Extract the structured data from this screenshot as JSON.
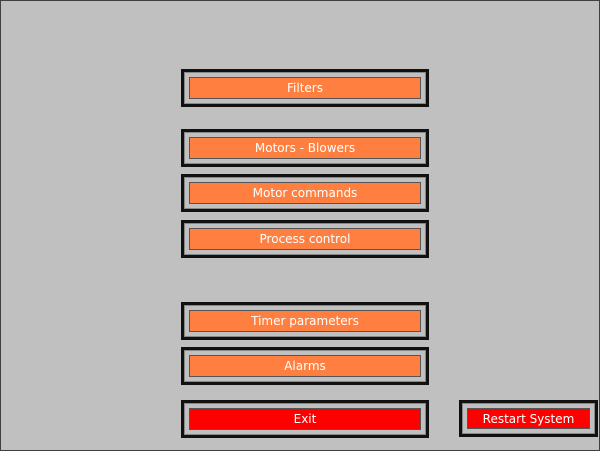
{
  "menu": [
    {
      "id": "filters",
      "label": "Filters",
      "color": "#ff7f40"
    },
    {
      "id": "motors-blowers",
      "label": "Motors - Blowers",
      "color": "#ff7f40"
    },
    {
      "id": "motor-commands",
      "label": "Motor commands",
      "color": "#ff7f40"
    },
    {
      "id": "process-control",
      "label": "Process control",
      "color": "#ff7f40"
    },
    {
      "id": "timer-parameters",
      "label": "Timer parameters",
      "color": "#ff7f40"
    },
    {
      "id": "alarms",
      "label": "Alarms",
      "color": "#ff7f40"
    },
    {
      "id": "exit",
      "label": "Exit",
      "color": "#ff0000"
    }
  ],
  "restart": {
    "label": "Restart System",
    "color": "#ff0000"
  }
}
